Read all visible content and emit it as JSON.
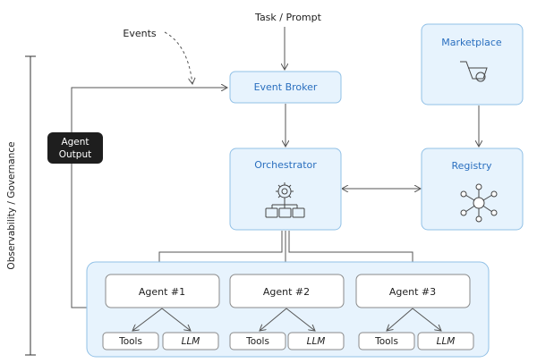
{
  "task_prompt": "Task / Prompt",
  "events": "Events",
  "event_broker": "Event Broker",
  "marketplace": "Marketplace",
  "orchestrator": "Orchestrator",
  "registry": "Registry",
  "agent_output": [
    "Agent",
    "Output"
  ],
  "side_label": "Observability / Governance",
  "agents": [
    {
      "label": "Agent #1",
      "tools": "Tools",
      "llm": "LLM"
    },
    {
      "label": "Agent #2",
      "tools": "Tools",
      "llm": "LLM"
    },
    {
      "label": "Agent #3",
      "tools": "Tools",
      "llm": "LLM"
    }
  ],
  "colors": {
    "accent": "#2a6fbf",
    "panel_fill": "#e7f3fd",
    "panel_stroke": "#90c0e6",
    "dark_badge": "#1e1e1e"
  },
  "icons": {
    "marketplace": "cart-icon",
    "orchestrator": "gear-hierarchy-icon",
    "registry": "network-hub-icon"
  }
}
